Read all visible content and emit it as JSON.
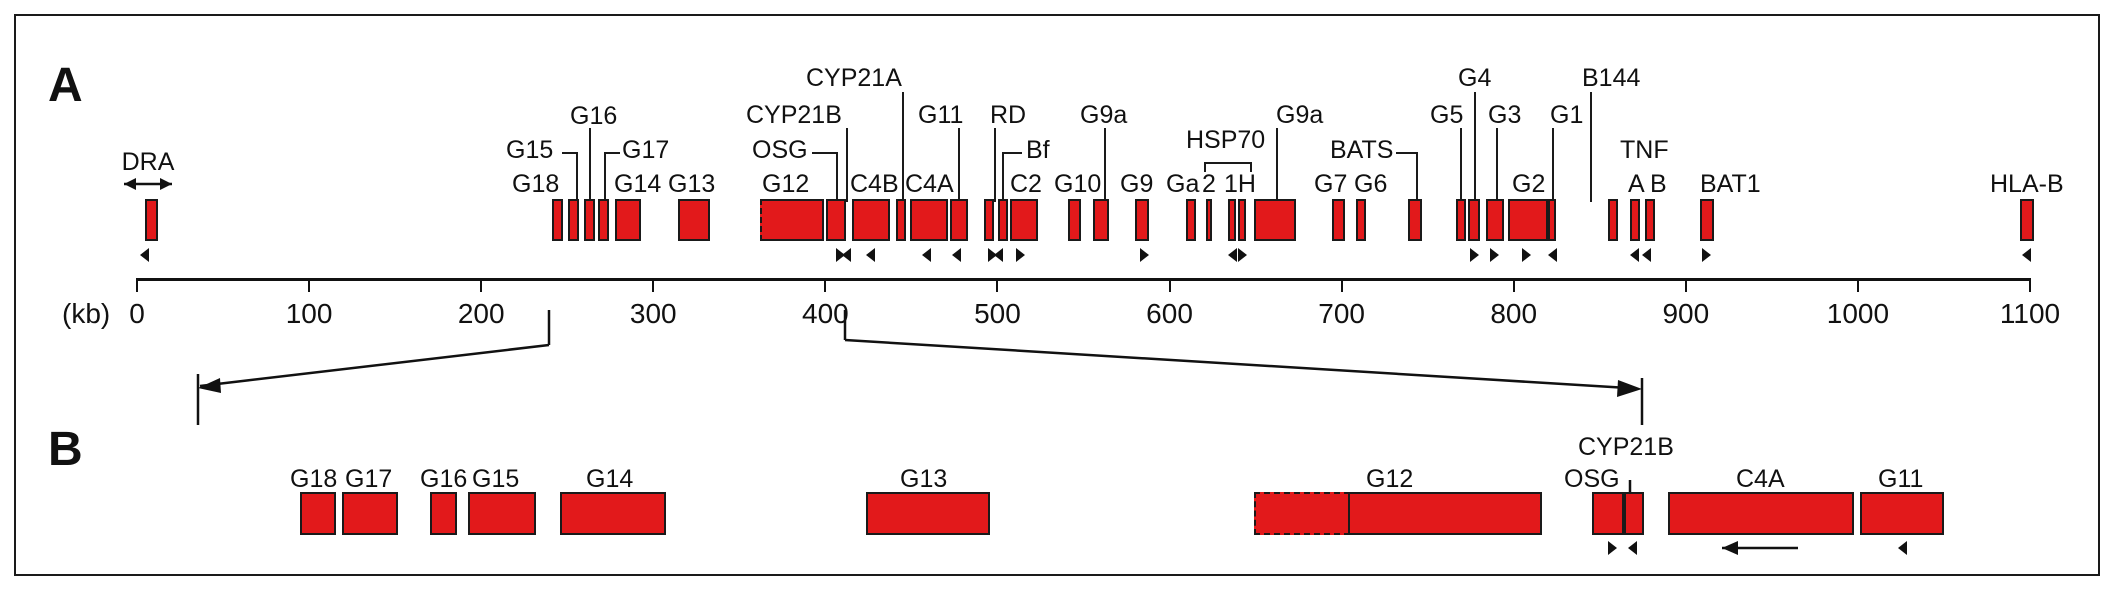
{
  "panels": {
    "a": "A",
    "b": "B"
  },
  "axis": {
    "unit_label": "(kb)",
    "ticks": [
      "0",
      "100",
      "200",
      "300",
      "400",
      "500",
      "600",
      "700",
      "800",
      "900",
      "1000",
      "1100"
    ]
  },
  "map_a": {
    "labels": {
      "dra": "DRA",
      "g18": "G18",
      "g15": "G15",
      "g16": "G16",
      "g17": "G17",
      "g14": "G14",
      "g13": "G13",
      "g12": "G12",
      "osg": "OSG",
      "cyp21b": "CYP21B",
      "cyp21a": "CYP21A",
      "c4b": "C4B",
      "c4a": "C4A",
      "g11": "G11",
      "rd": "RD",
      "bf": "Bf",
      "c2": "C2",
      "g10": "G10",
      "g9a_1": "G9a",
      "g9": "G9",
      "ga": "Ga",
      "hsp70": "HSP70",
      "hsp70_2": "2",
      "hsp70_1h": "1H",
      "g9a_2": "G9a",
      "g7": "G7",
      "g6": "G6",
      "bats": "BATS",
      "g5": "G5",
      "g4": "G4",
      "g3": "G3",
      "g2": "G2",
      "g1": "G1",
      "b144": "B144",
      "tnf": "TNF",
      "tnf_a": "A",
      "tnf_b": "B",
      "bat1": "BAT1",
      "hlab": "HLA-B"
    }
  },
  "map_b": {
    "labels": {
      "g18": "G18",
      "g17": "G17",
      "g16": "G16",
      "g15": "G15",
      "g14": "G14",
      "g13": "G13",
      "g12": "G12",
      "osg": "OSG",
      "cyp21b": "CYP21B",
      "c4a": "C4A",
      "g11": "G11"
    }
  },
  "colors": {
    "gene_fill": "#e2191b",
    "outline": "#1a1a1a"
  }
}
